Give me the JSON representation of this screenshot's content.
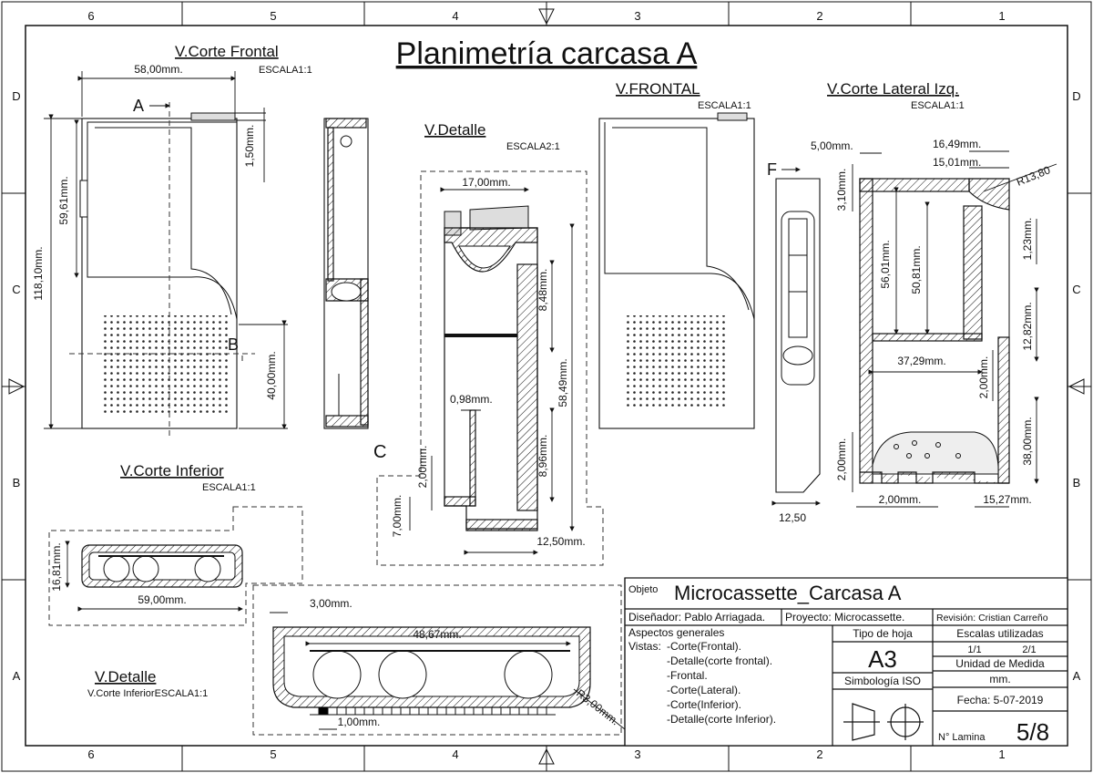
{
  "sheet": {
    "title": "Planimetría carcasa A",
    "column_numbers": [
      "6",
      "5",
      "4",
      "3",
      "2",
      "1"
    ],
    "row_letters": [
      "D",
      "C",
      "B",
      "A"
    ]
  },
  "views": {
    "corte_frontal": {
      "name": "V.Corte Frontal",
      "scale": "ESCALA1:1",
      "dims": [
        "58,00mm.",
        "59,61mm.",
        "118,10mm.",
        "1,50mm.",
        "40,00mm."
      ],
      "section_marks": [
        "A",
        "B"
      ]
    },
    "detalle": {
      "name": "V.Detalle",
      "scale": "ESCALA2:1",
      "dims": [
        "17,00mm.",
        "8,48mm.",
        "58,49mm.",
        "0,98mm.",
        "8,96mm.",
        "2,00mm.",
        "7,00mm.",
        "12,50mm."
      ],
      "detail_mark": "C"
    },
    "frontal": {
      "name": "V.FRONTAL",
      "scale": "ESCALA1:1"
    },
    "corte_lateral": {
      "name": "V.Corte Lateral Izq.",
      "scale": "ESCALA1:1",
      "dims": [
        "5,00mm.",
        "16,49mm.",
        "15,01mm.",
        "R13,80",
        "3,10mm.",
        "56,01mm.",
        "50,81mm.",
        "1,23mm.",
        "12,82mm.",
        "37,29mm.",
        "2,00mm.",
        "38,00mm.",
        "2,00mm.",
        "2,00mm.",
        "15,27mm."
      ],
      "section_mark": "F"
    },
    "side": {
      "dims": [
        "12,50"
      ]
    },
    "corte_inferior": {
      "name": "V.Corte Inferior",
      "scale": "ESCALA1:1",
      "dims": [
        "16,81mm.",
        "59,00mm."
      ]
    },
    "detalle_inferior": {
      "name": "V.Detalle",
      "scale": "V.Corte InferiorESCALA1:1",
      "dims": [
        "3,00mm.",
        "48,67mm.",
        "1,00mm.",
        "R3,00mm."
      ]
    }
  },
  "title_block": {
    "objeto_label": "Objeto",
    "objeto": "Microcassette_Carcasa A",
    "disenador": "Diseñador: Pablo Arriagada.",
    "proyecto": "Proyecto: Microcassette.",
    "revision": "Revisión: Cristian Carreño",
    "aspectos": "Aspectos generales",
    "vistas_label": "Vistas:",
    "vistas": [
      "-Corte(Frontal).",
      "-Detalle(corte frontal).",
      "-Frontal.",
      "-Corte(Lateral).",
      "-Corte(Inferior).",
      "-Detalle(corte Inferior)."
    ],
    "tipo_hoja_label": "Tipo de hoja",
    "tipo_hoja": "A3",
    "simbologia": "Simbología ISO",
    "escalas_label": "Escalas utilizadas",
    "escala_1": "1/1",
    "escala_2": "2/1",
    "unidad_label": "Unidad de Medida",
    "unidad": "mm.",
    "fecha": "Fecha: 5-07-2019",
    "lamina_label": "N° Lamina",
    "lamina": "5/8"
  }
}
